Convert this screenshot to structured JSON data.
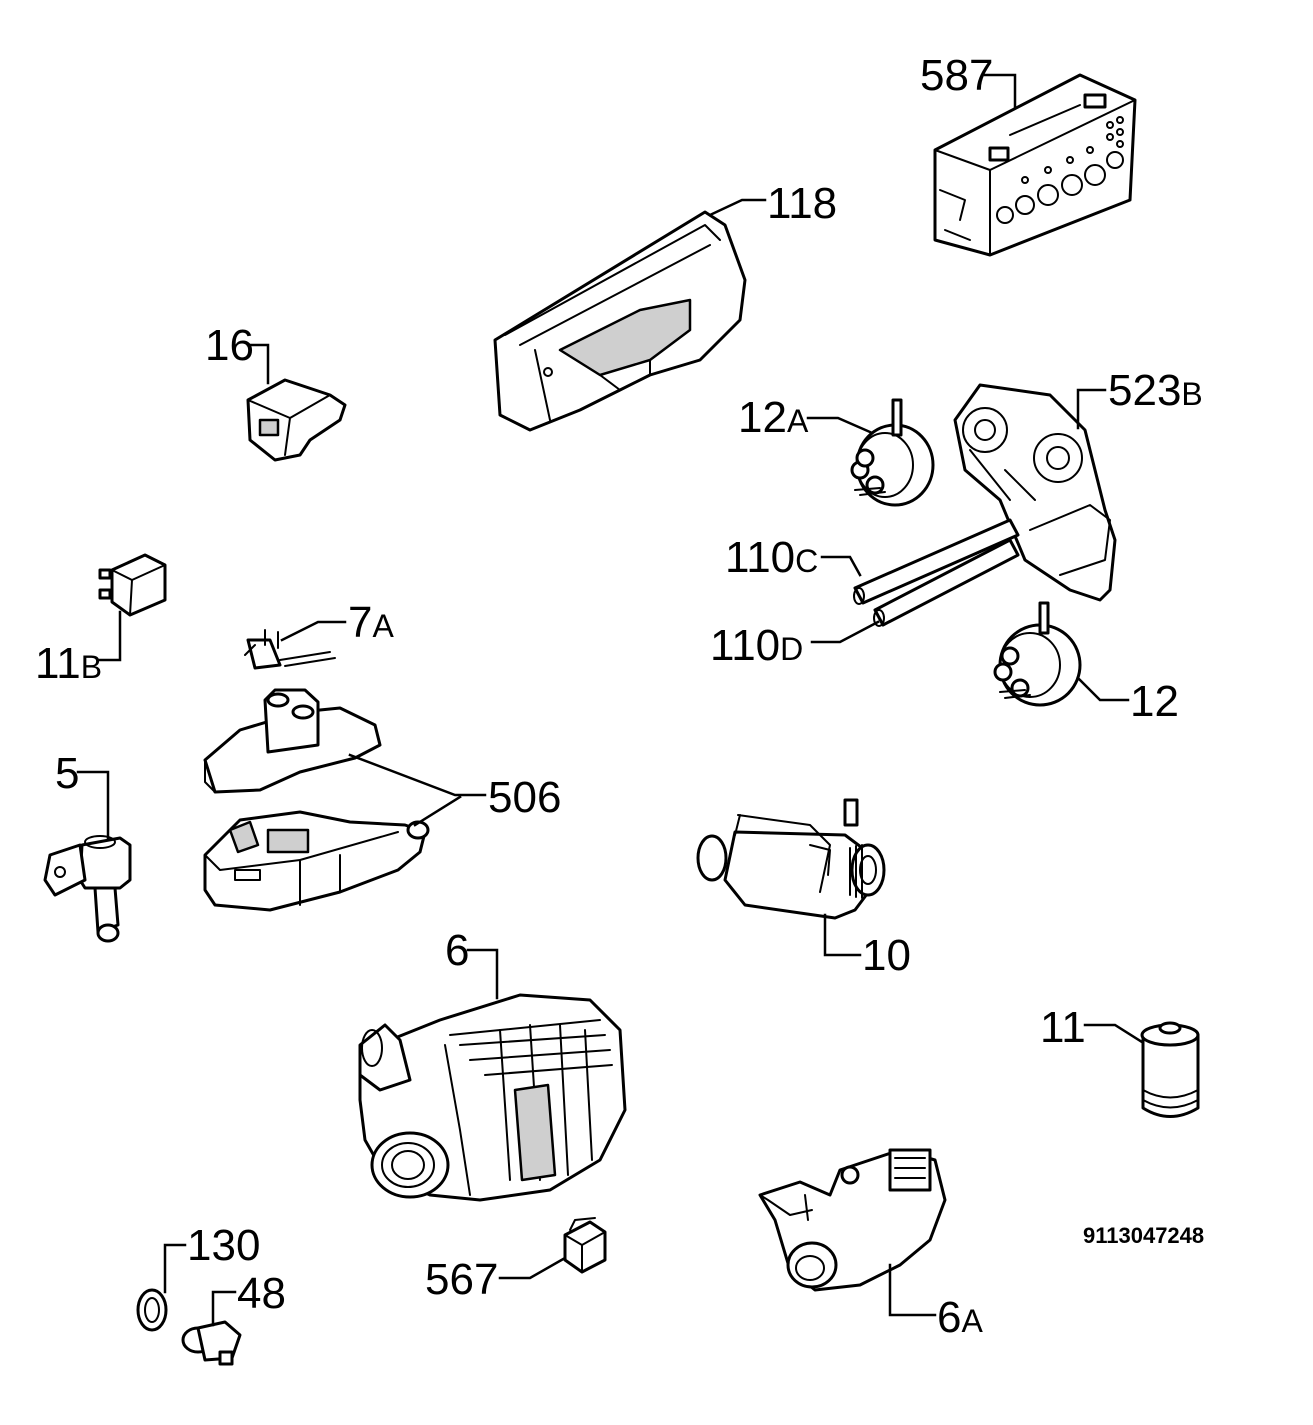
{
  "callouts": {
    "c587": "587",
    "c118": "118",
    "c16": "16",
    "c12a_num": "12",
    "c12a_sfx": "A",
    "c523b_num": "523",
    "c523b_sfx": "B",
    "c110c_num": "110",
    "c110c_sfx": "C",
    "c110d_num": "110",
    "c110d_sfx": "D",
    "c12": "12",
    "c7a_num": "7",
    "c7a_sfx": "A",
    "c11b_num": "11",
    "c11b_sfx": "B",
    "c5": "5",
    "c506": "506",
    "c10": "10",
    "c6": "6",
    "c11": "11",
    "c130": "130",
    "c48": "48",
    "c567": "567",
    "c6a_num": "6",
    "c6a_sfx": "A"
  },
  "document_number": "9113047248"
}
